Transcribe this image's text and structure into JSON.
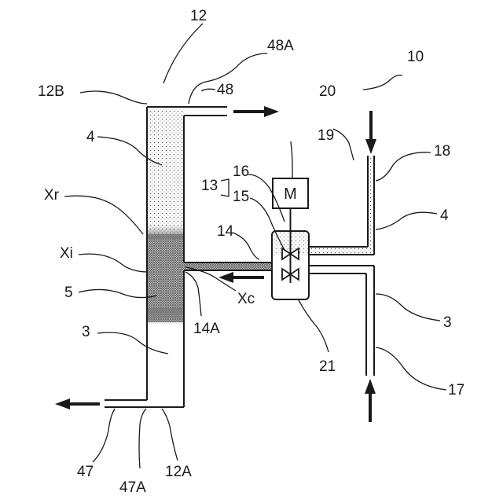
{
  "labels": {
    "fig_ref": "10",
    "column": "12",
    "column_top": "12B",
    "column_bottom": "12A",
    "outlet_top_pipe": "48",
    "outlet_top_pipe_joint": "48A",
    "outlet_bottom_pipe": "47",
    "outlet_bottom_pipe_joint": "47A",
    "fluid_upper": "4",
    "fluid_lower": "3",
    "interface_upper": "Xr",
    "interface": "Xi",
    "mixed_layer": "5",
    "feed_pipe": "14",
    "feed_pipe_joint": "14A",
    "feed_point": "Xc",
    "mixing_unit": "13",
    "mixer_shaft": "16",
    "mixer_impeller": "15",
    "motor_ref": "19",
    "motor_symbol": "M",
    "inlet_upper_ref": "20",
    "inlet_upper_pipe": "18",
    "inlet_upper_fluid": "4",
    "inlet_lower_fluid": "3",
    "inlet_lower_pipe": "17",
    "mixer_vessel": "21"
  }
}
